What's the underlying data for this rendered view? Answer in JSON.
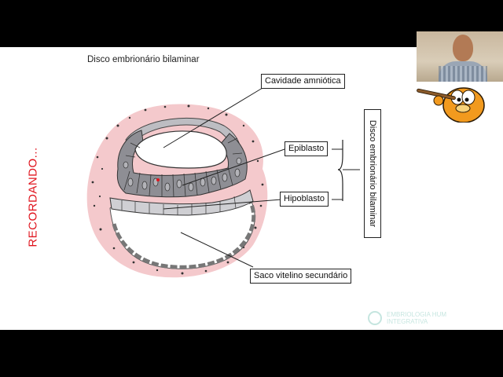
{
  "slide": {
    "side_title": "RECORDANDO...",
    "diagram_title": "Disco embrionário bilaminar",
    "labels": {
      "amniotic_cavity": "Cavidade amniótica",
      "epiblast": "Epiblasto",
      "hypoblast": "Hipoblasto",
      "yolk_sac": "Saco vitelino secundário",
      "bilaminar_disc": "Disco embrionário bilaminar"
    },
    "watermark": {
      "line1": "EMBRIOLOGIA HUM",
      "line2": "INTEGRATIVA"
    }
  },
  "colors": {
    "side_title": "#e0161f",
    "trophoblast_pink": "#f4c9cc",
    "epiblast_gray": "#8e8e94",
    "hypoblast_gray": "#cfcfd3",
    "watermark": "#5bb6a6"
  },
  "icons": {
    "webcam": "presenter-webcam",
    "sticker": "cartoon-cat-sticker",
    "watermark_logo": "logo-icon"
  }
}
